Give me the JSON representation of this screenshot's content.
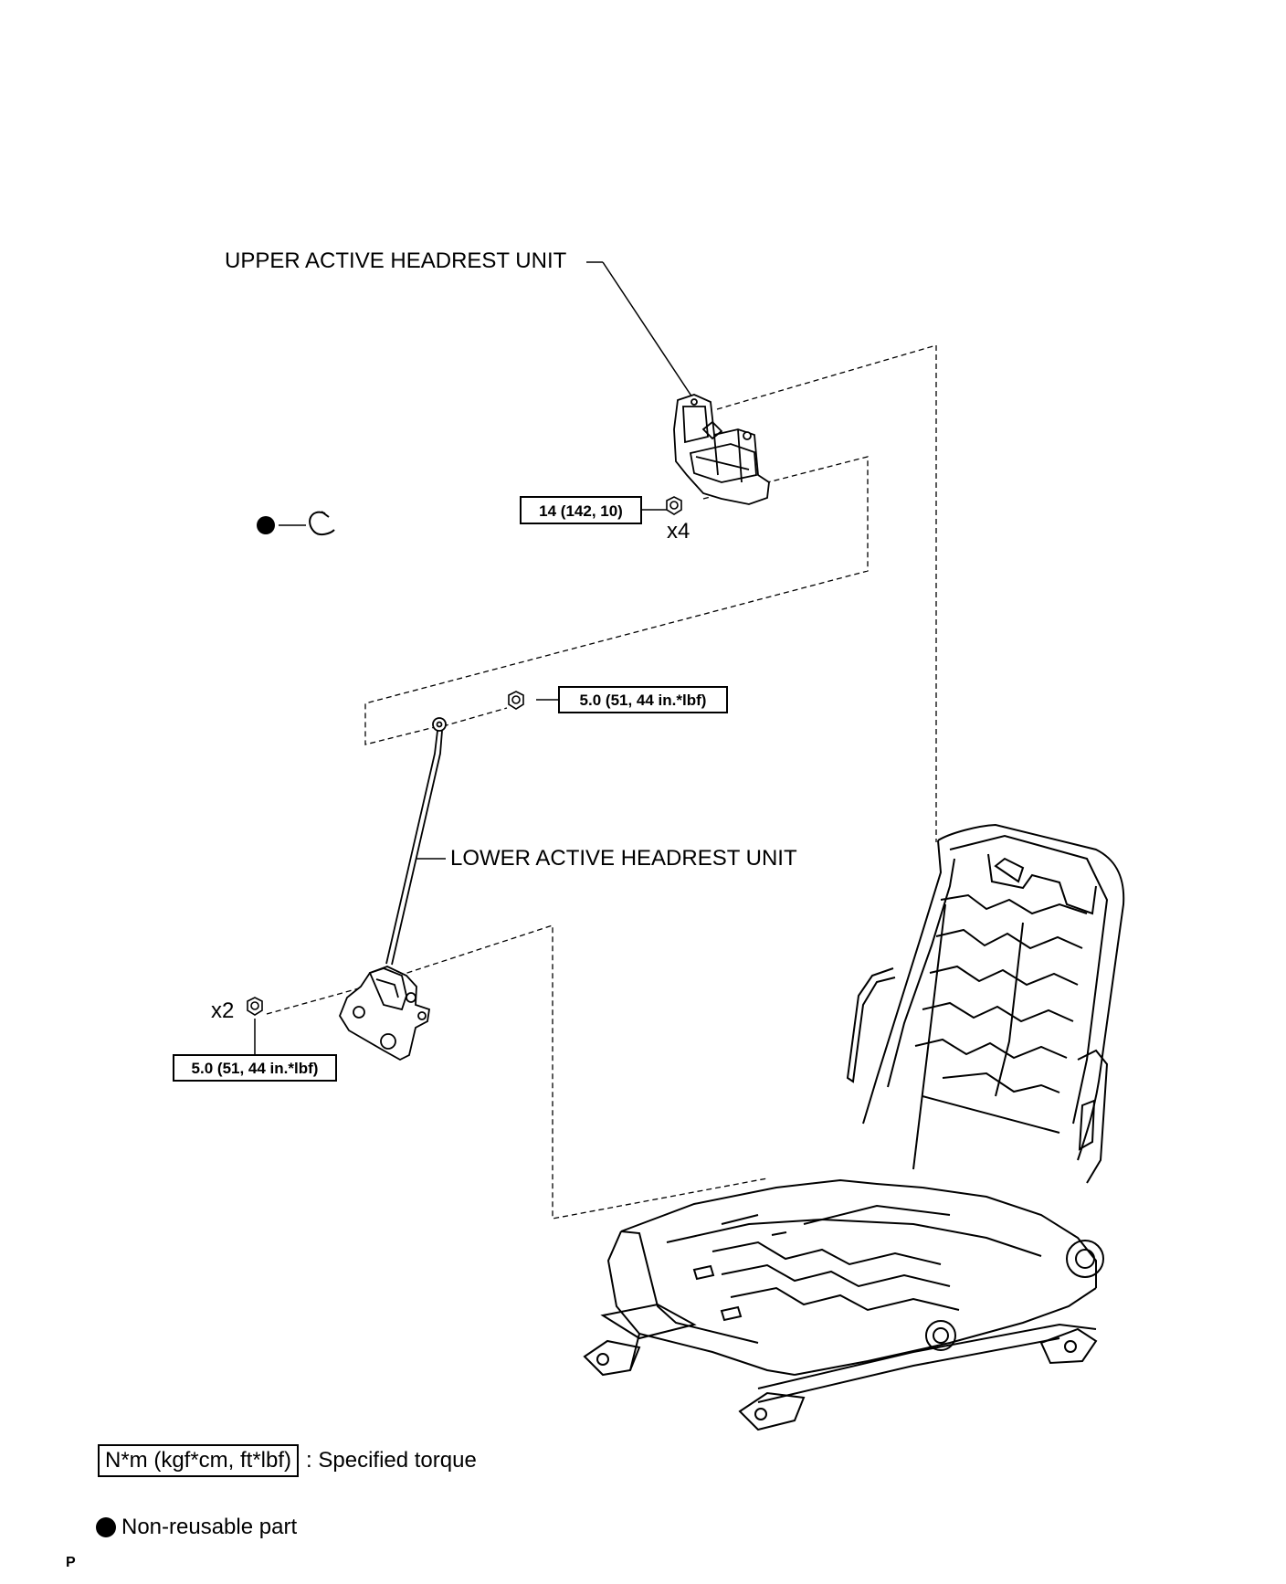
{
  "labels": {
    "upper_unit": "UPPER ACTIVE HEADREST UNIT",
    "lower_unit": "LOWER ACTIVE HEADREST UNIT"
  },
  "torques": {
    "upper_nut": "14 (142, 10)",
    "lower_nut_top": "5.0 (51, 44 in.*lbf)",
    "lower_nut_bottom": "5.0 (51, 44 in.*lbf)"
  },
  "quantities": {
    "upper_nut": "x4",
    "lower_nut_bottom": "x2"
  },
  "legend": {
    "torque_box": "N*m (kgf*cm, ft*lbf)",
    "torque_desc": ": Specified torque",
    "nonreusable_desc": "Non-reusable part"
  },
  "corner_mark": "P"
}
